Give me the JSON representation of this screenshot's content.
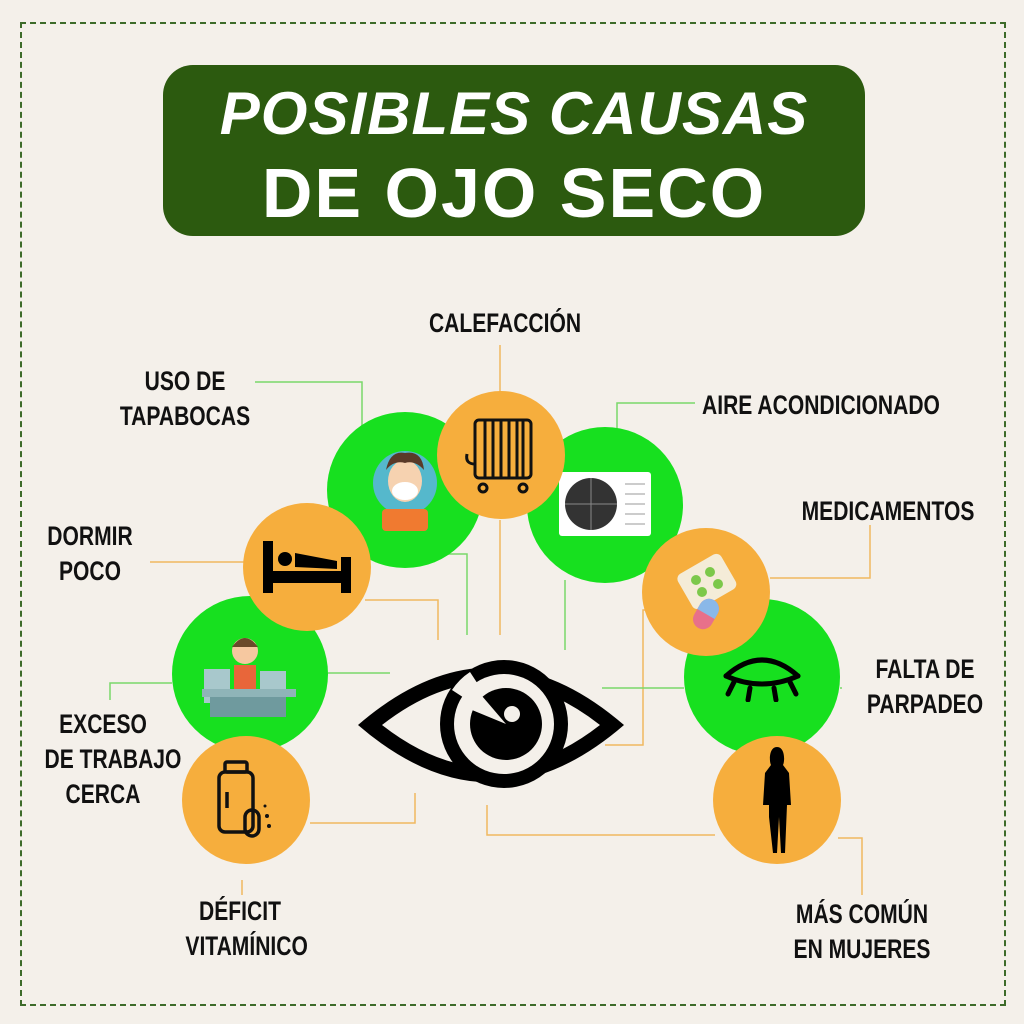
{
  "title": {
    "line1": "POSIBLES CAUSAS",
    "line2": "DE OJO SECO"
  },
  "causes": {
    "calefaccion": {
      "label": [
        "CALEFACCIÓN"
      ],
      "icon": "radiator-icon"
    },
    "tapabocas": {
      "label": [
        "USO DE",
        "TAPABOCAS"
      ],
      "icon": "face-mask-person-icon"
    },
    "aire": {
      "label": [
        "AIRE ACONDICIONADO"
      ],
      "icon": "air-conditioner-icon"
    },
    "medicamentos": {
      "label": [
        "MEDICAMENTOS"
      ],
      "icon": "pills-icon"
    },
    "dormir": {
      "label": [
        "DORMIR",
        "POCO"
      ],
      "icon": "bed-icon"
    },
    "parpadeo": {
      "label": [
        "FALTA DE",
        "PARPADEO"
      ],
      "icon": "closed-eye-icon"
    },
    "trabajo": {
      "label": [
        "EXCESO",
        "DE TRABAJO",
        "CERCA"
      ],
      "icon": "stressed-worker-icon"
    },
    "vitaminas": {
      "label": [
        "DÉFICIT",
        "VITAMÍNICO"
      ],
      "icon": "vitamin-bottle-icon"
    },
    "mujeres": {
      "label": [
        "MÁS COMÚN",
        "EN MUJERES"
      ],
      "icon": "woman-silhouette-icon"
    }
  },
  "colors": {
    "title_bg": "#2c5a0f",
    "green": "#17e01f",
    "orange": "#f6ae3d",
    "background": "#f4f0ea"
  }
}
